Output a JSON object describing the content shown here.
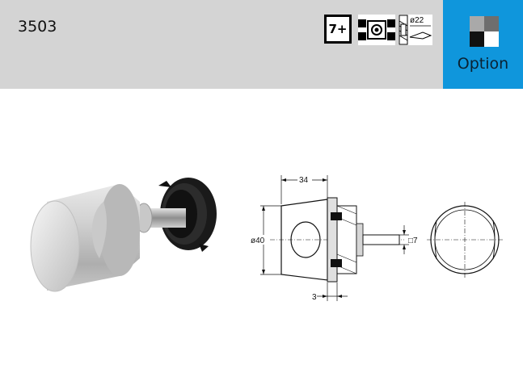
{
  "header": {
    "product_code": "3503",
    "badges": {
      "age_rating": "7+",
      "glass_icon": "glass-clamp-icon",
      "drill_icon": "drill-diameter-icon",
      "drill_diameter": "ø22"
    },
    "option": {
      "label": "Option",
      "icon": "color-swatch-icon",
      "panel_color": "#0f96dc"
    }
  },
  "figures": {
    "photo_icon": "knob-photo",
    "drawing": {
      "dim_depth": "34",
      "dim_diameter": "ø40",
      "dim_square": "□7",
      "dim_offset": "3"
    }
  }
}
